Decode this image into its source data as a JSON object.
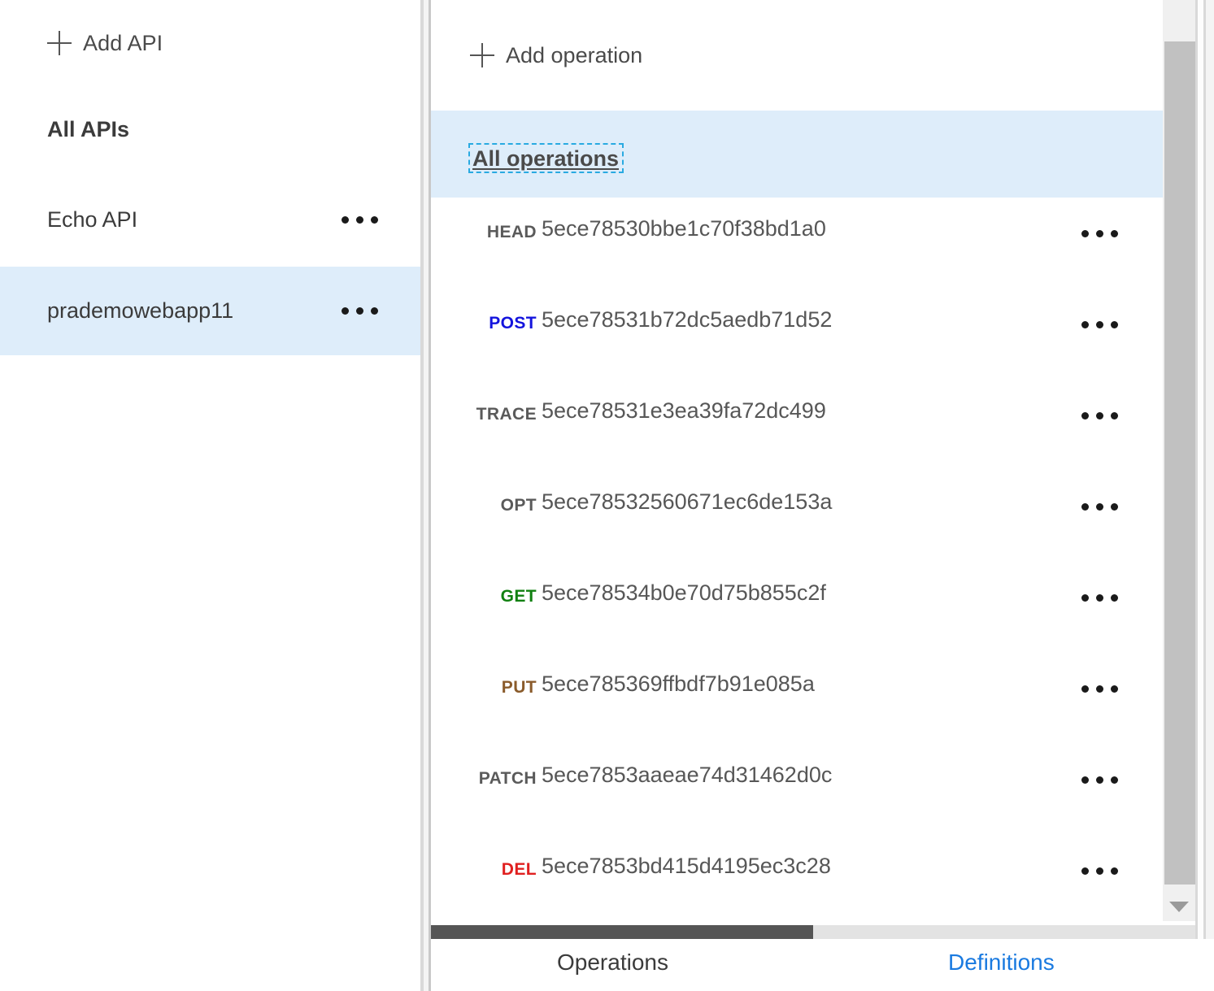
{
  "sidebar": {
    "add_api": {
      "label": "Add API",
      "icon": "plus-icon"
    },
    "section_header": "All APIs",
    "items": [
      {
        "label": "Echo API",
        "selected": false,
        "menu_icon": "ellipsis-icon"
      },
      {
        "label": "prademowebapp11",
        "selected": true,
        "menu_icon": "ellipsis-icon"
      }
    ]
  },
  "main": {
    "add_operation": {
      "label": "Add operation",
      "icon": "plus-icon"
    },
    "all_operations": {
      "label": "All operations",
      "selected": true,
      "focused": true
    },
    "operations": [
      {
        "verb": "HEAD",
        "name": "5ece78530bbe1c70f38bd1a0",
        "verb_color": "#5a5a5a",
        "menu_icon": "ellipsis-icon"
      },
      {
        "verb": "POST",
        "name": "5ece78531b72dc5aedb71d52",
        "verb_color": "#1414dd",
        "menu_icon": "ellipsis-icon"
      },
      {
        "verb": "TRACE",
        "name": "5ece78531e3ea39fa72dc499",
        "verb_color": "#5a5a5a",
        "menu_icon": "ellipsis-icon"
      },
      {
        "verb": "OPT",
        "name": "5ece78532560671ec6de153a",
        "verb_color": "#5a5a5a",
        "menu_icon": "ellipsis-icon"
      },
      {
        "verb": "GET",
        "name": "5ece78534b0e70d75b855c2f",
        "verb_color": "#118011",
        "menu_icon": "ellipsis-icon"
      },
      {
        "verb": "PUT",
        "name": "5ece785369ffbdf7b91e085a",
        "verb_color": "#8a5b2b",
        "menu_icon": "ellipsis-icon"
      },
      {
        "verb": "PATCH",
        "name": "5ece7853aaeae74d31462d0c",
        "verb_color": "#5a5a5a",
        "menu_icon": "ellipsis-icon"
      },
      {
        "verb": "DEL",
        "name": "5ece7853bd415d4195ec3c28",
        "verb_color": "#e02020",
        "menu_icon": "ellipsis-icon"
      }
    ]
  },
  "tabs": [
    {
      "label": "Operations",
      "active": true
    },
    {
      "label": "Definitions",
      "active": false
    }
  ],
  "scrollbars": {
    "vertical": {
      "down_icon": "chevron-down-icon"
    },
    "horizontal": {}
  },
  "colors": {
    "selection_blue": "#deedfa",
    "focus_cyan": "#29aae1",
    "link_blue": "#1a7ae0",
    "scroll_thumb": "#555555"
  }
}
